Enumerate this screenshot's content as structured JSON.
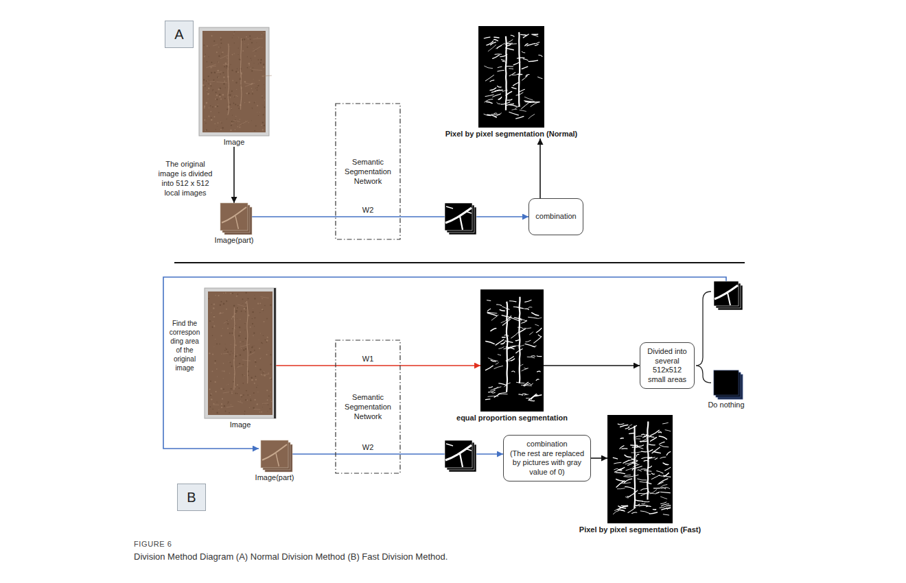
{
  "diagram": {
    "caption": "Division Method Diagram (A) Normal Division Method (B) Fast Division Method.",
    "nodes": [
      {
        "text": [
          "A"
        ]
      },
      {
        "text": [
          "Image"
        ]
      },
      {
        "text": [
          "Pixel by pixel segmentation (Normal)"
        ]
      },
      {
        "text": [
          "Image(part)"
        ]
      },
      {
        "text": [
          "Semantic Segmentation Network"
        ]
      },
      {
        "text": [
          "combination"
        ]
      },
      {
        "text": [
          "Image"
        ]
      },
      {
        "text": [
          "Semantic Segmentation Network"
        ]
      },
      {
        "text": [
          "equal proportion segmentation"
        ]
      },
      {
        "text": [
          "Divided into several 512x512 small areas"
        ]
      },
      {
        "text": [
          "Do nothing"
        ]
      },
      {
        "text": [
          "Image(part)"
        ]
      },
      {
        "text": [
          "combination",
          "(The rest are replaced by pictures with gray value of 0)"
        ]
      },
      {
        "text": [
          "Pixel by pixel segmentation (Fast)"
        ]
      },
      {
        "text": [
          "B"
        ]
      }
    ],
    "edges": [
      {
        "from": 1,
        "to": 3,
        "arrow": "to"
      },
      {
        "from": 3,
        "to": 5,
        "label": "W2",
        "arrow": "to"
      },
      {
        "from": 5,
        "to": 2,
        "arrow": "to"
      },
      {
        "from": 6,
        "to": 8,
        "label": "W1",
        "arrow": "to"
      },
      {
        "from": 8,
        "to": 9,
        "arrow": "to"
      },
      {
        "from": 11,
        "to": 12,
        "label": "W2",
        "arrow": "to"
      },
      {
        "from": 12,
        "to": 13,
        "arrow": "to"
      }
    ],
    "labels": [
      "The original image is divided into 512 x 512 local images",
      "Find the corresponding area of the original image",
      "FIGURE 6"
    ]
  }
}
